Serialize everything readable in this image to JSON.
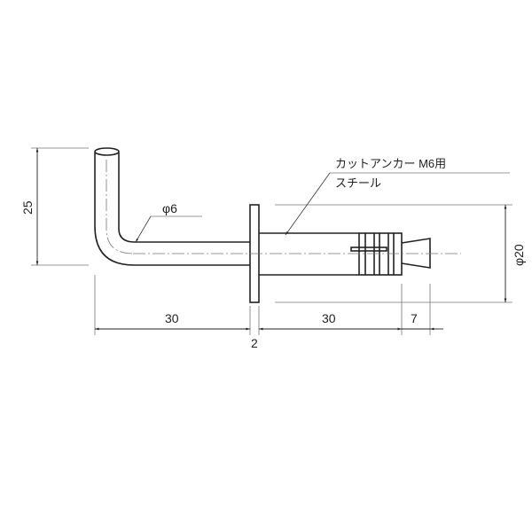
{
  "labels": {
    "anchor_name": "カットアンカー M6用",
    "material": "スチール",
    "rod_diameter": "φ6",
    "flange_diameter": "φ20",
    "hook_height": "25",
    "hook_length": "30",
    "flange_thickness": "2",
    "anchor_length": "30",
    "cone_length": "7"
  }
}
